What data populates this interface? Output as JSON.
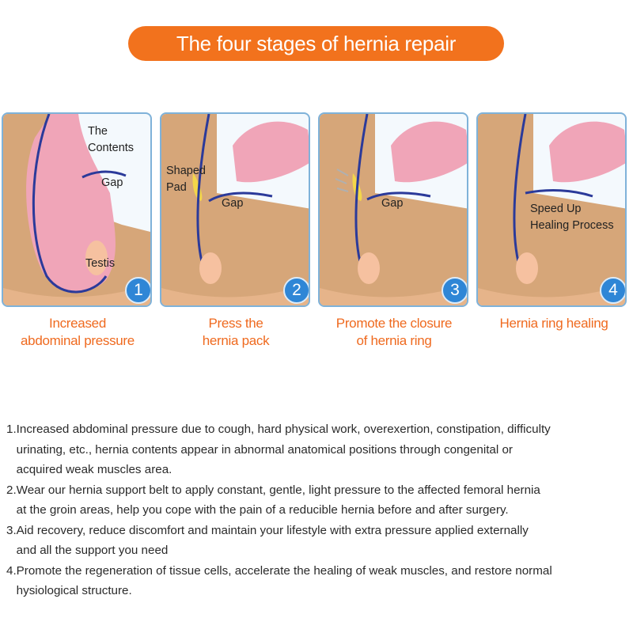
{
  "title": "The four stages of hernia repair",
  "colors": {
    "accent": "#f2721d",
    "caption": "#ef6a1f",
    "panel_border": "#7fb2d9",
    "badge": "#2f86d6",
    "skin": "#d6a679",
    "tissue": "#f0a5b8",
    "outline": "#2b3a9a",
    "pad": "#f3d64a"
  },
  "panels": [
    {
      "number": "1",
      "labels": [
        "The",
        "Contents",
        "Gap",
        "Testis"
      ],
      "caption_lines": [
        "Increased",
        "abdominal pressure"
      ]
    },
    {
      "number": "2",
      "labels": [
        "Shaped",
        "Pad",
        "Gap"
      ],
      "caption_lines": [
        "Press the",
        "hernia pack"
      ]
    },
    {
      "number": "3",
      "labels": [
        "Gap"
      ],
      "caption_lines": [
        "Promote the closure",
        "of hernia ring"
      ]
    },
    {
      "number": "4",
      "labels": [
        "Speed Up",
        "Healing Process"
      ],
      "caption_lines": [
        "Hernia ring healing"
      ]
    }
  ],
  "descriptions": [
    [
      "1.Increased abdominal pressure due to cough, hard physical work, overexertion, constipation, difficulty",
      "urinating, etc., hernia contents appear in abnormal anatomical positions through congenital or",
      "acquired weak muscles area."
    ],
    [
      "2.Wear our hernia support belt to apply constant, gentle, light pressure to the affected femoral hernia",
      "at the groin areas, help you cope with the pain of a reducible hernia before and after  surgery."
    ],
    [
      "3.Aid recovery, reduce discomfort and maintain your lifestyle with extra pressure applied externally",
      "and all the support you need"
    ],
    [
      "4.Promote the regeneration of tissue cells, accelerate the healing of weak muscles, and restore normal",
      "hysiological structure."
    ]
  ]
}
